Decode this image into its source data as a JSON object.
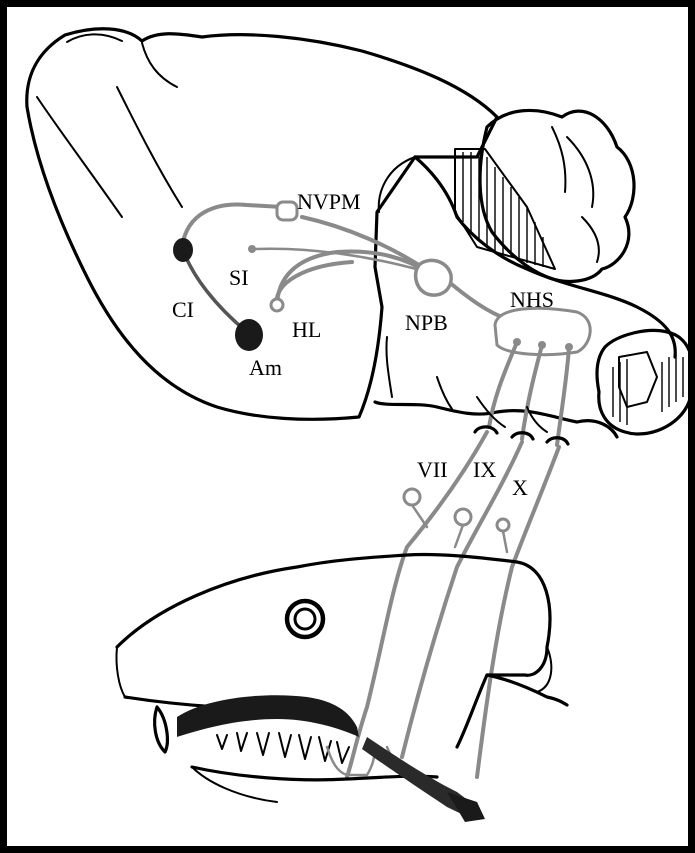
{
  "labels": {
    "nvpm": "NVPM",
    "si": "SI",
    "ci": "CI",
    "hl": "HL",
    "am": "Am",
    "npb": "NPB",
    "nhs": "NHS",
    "vii": "VII",
    "ix": "IX",
    "x": "X"
  },
  "colors": {
    "frame": "#000000",
    "pathway": "#8a8a8a",
    "nucleus_dark": "#1a1a1a"
  }
}
